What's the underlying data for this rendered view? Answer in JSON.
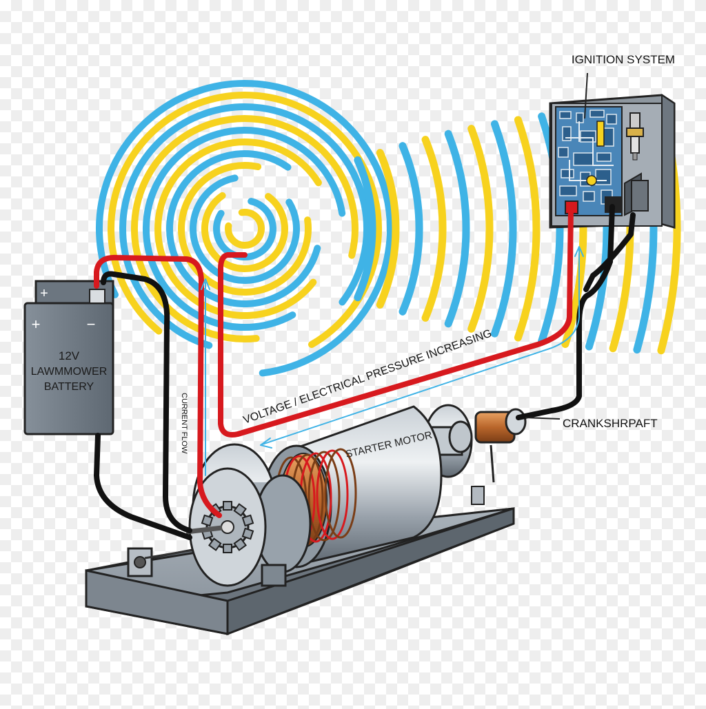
{
  "labels": {
    "ignition_system": "IGNITION SYSTEM",
    "battery_line1": "12V",
    "battery_line2": "LAWMMOWER",
    "battery_line3": "BATTERY",
    "battery_plus": "+",
    "battery_minus": "−",
    "current_flow": "CURRENT FLOW",
    "voltage_pressure": "VOLTAGE / ELECTRICAL PRESSURE  INCREASING",
    "starter_motor": "STARTER MOTOR",
    "crankshaft": "CRANKSHRPAFT"
  },
  "colors": {
    "spiral_blue": "#3fb3e6",
    "spiral_yellow": "#f7d21e",
    "wire_red": "#d7191e",
    "wire_black": "#111111",
    "metal": "#9aa3ac",
    "copper": "#c06a2c",
    "battery": "#707b86",
    "circuit_board": "#4a86b8"
  }
}
